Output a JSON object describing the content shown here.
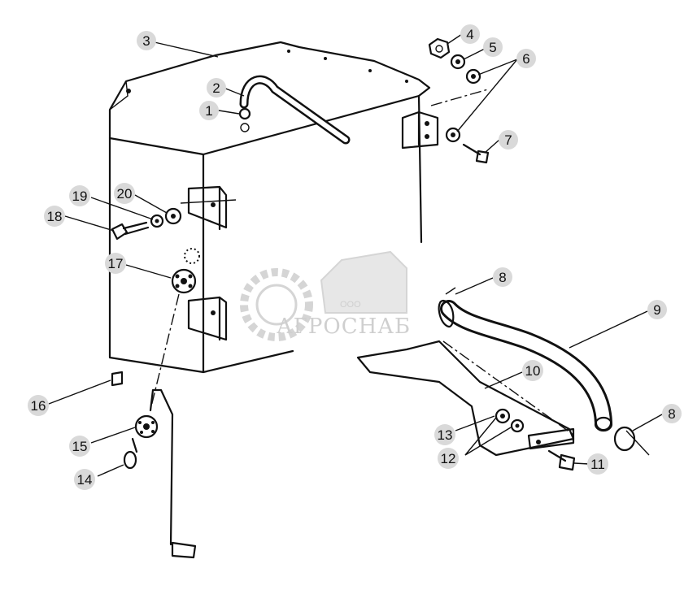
{
  "callouts": [
    {
      "label": "1"
    },
    {
      "label": "2"
    },
    {
      "label": "3"
    },
    {
      "label": "4"
    },
    {
      "label": "5"
    },
    {
      "label": "6"
    },
    {
      "label": "7"
    },
    {
      "label": "8"
    },
    {
      "label": "8"
    },
    {
      "label": "9"
    },
    {
      "label": "10"
    },
    {
      "label": "11"
    },
    {
      "label": "12"
    },
    {
      "label": "13"
    },
    {
      "label": "14"
    },
    {
      "label": "15"
    },
    {
      "label": "16"
    },
    {
      "label": "17"
    },
    {
      "label": "18"
    },
    {
      "label": "19"
    },
    {
      "label": "20"
    }
  ],
  "watermark": {
    "prefix": "ООО",
    "brand": "АГРОСНАБ",
    "logo": "agrosnab-gear-combine-logo"
  }
}
